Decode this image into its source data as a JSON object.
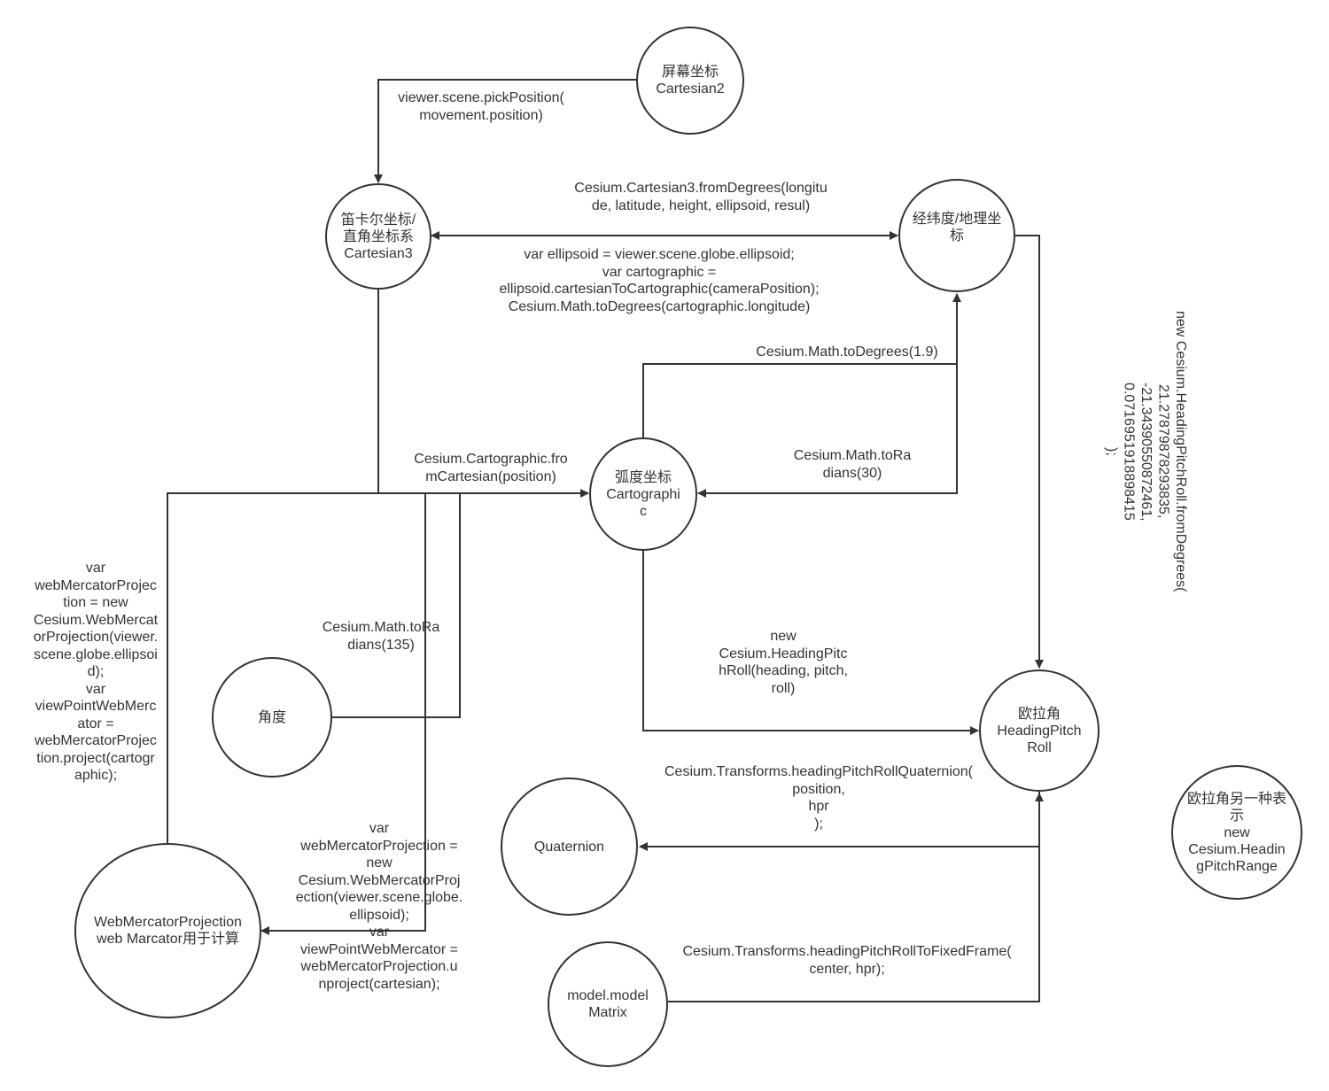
{
  "nodes": {
    "screen": {
      "line1": "屏幕坐标",
      "line2": "Cartesian2"
    },
    "cartesian3": {
      "line1": "笛卡尔坐标/",
      "line2": "直角坐标系",
      "line3": "Cartesian3"
    },
    "lonlat": {
      "line1": "经纬度/地理坐",
      "line2": "标"
    },
    "cartographic": {
      "line1": "弧度坐标",
      "line2": "Cartographi",
      "line3": "c"
    },
    "angle": {
      "line1": "角度"
    },
    "euler": {
      "line1": "欧拉角",
      "line2": "HeadingPitch",
      "line3": "Roll"
    },
    "euler_alt": {
      "line1": "欧拉角另一种表",
      "line2": "示",
      "line3": "new",
      "line4": "Cesium.Headin",
      "line5": "gPitchRange"
    },
    "quaternion": {
      "line1": "Quaternion"
    },
    "webmercator": {
      "line1": "WebMercatorProjection",
      "line2": "web Marcator用于计算"
    },
    "modelmatrix": {
      "line1": "model.model",
      "line2": "Matrix"
    }
  },
  "labels": {
    "pick_position": "viewer.scene.pickPosition(\nmovement.position)",
    "from_degrees": "Cesium.Cartesian3.fromDegrees(longitu\nde, latitude, height, ellipsoid, resul)",
    "cartesian_to_cartographic": "var ellipsoid = viewer.scene.globe.ellipsoid;\nvar cartographic =\nellipsoid.cartesianToCartographic(cameraPosition);\nCesium.Math.toDegrees(cartographic.longitude)",
    "to_degrees": "Cesium.Math.toDegrees(1.9)",
    "to_radians_30": "Cesium.Math.toRa\ndians(30)",
    "from_cartesian": "Cesium.Cartographic.fro\nmCartesian(position)",
    "to_radians_135": "Cesium.Math.toRa\ndians(135)",
    "new_hpr": "new\nCesium.HeadingPitc\nhRoll(heading, pitch,\nroll)",
    "hpr_quaternion": "Cesium.Transforms.headingPitchRollQuaternion(\nposition,\nhpr\n);",
    "hpr_fixed_frame": "Cesium.Transforms.headingPitchRollToFixedFrame(\ncenter, hpr);",
    "webmercator_project": "var\nwebMercatorProjec\ntion = new\nCesium.WebMercat\norProjection(viewer.\nscene.globe.ellipsoi\nd);\nvar\nviewPointWebMerc\nator =\nwebMercatorProjec\ntion.project(cartogr\naphic);",
    "webmercator_unproject": "var\nwebMercatorProjection =\nnew\nCesium.WebMercatorProj\nection(viewer.scene.globe.\nellipsoid);\nvar\nviewPointWebMercator =\nwebMercatorProjection.u\nnproject(cartesian);",
    "hpr_from_degrees": "new Cesium.HeadingPitchRoll.fromDegrees(\n21.27879878293835,\n-21.34390550872461,\n0.0716951918898415\n);"
  },
  "colors": {
    "stroke": "#333333",
    "text": "#333333",
    "background": "#ffffff"
  }
}
